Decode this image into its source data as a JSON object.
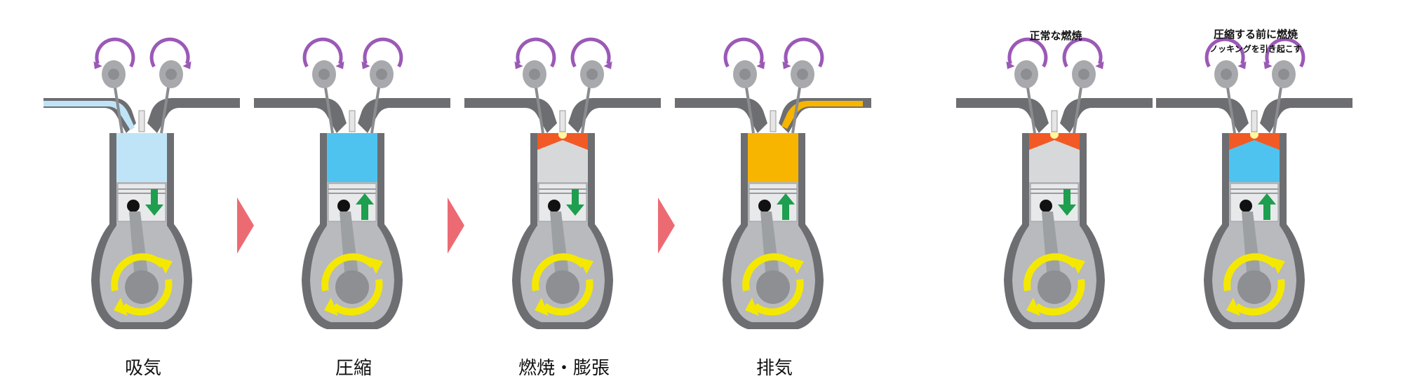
{
  "stages": [
    {
      "label": "吸気",
      "charge": "intake",
      "piston_arrow": "down"
    },
    {
      "label": "圧縮",
      "charge": "compressed",
      "piston_arrow": "up"
    },
    {
      "label": "燃焼・膨張",
      "charge": "combustion",
      "piston_arrow": "down"
    },
    {
      "label": "排気",
      "charge": "exhaust",
      "piston_arrow": "up"
    }
  ],
  "comparison": [
    {
      "title": "正常な燃焼",
      "subtitle": "",
      "charge": "normal-burn",
      "piston_arrow": "down"
    },
    {
      "title": "圧縮する前に燃焼",
      "subtitle": "ノッキングを引き起こす",
      "charge": "knock",
      "piston_arrow": "up"
    }
  ],
  "colors": {
    "block": "#6d6e71",
    "block_inner": "#b8babd",
    "intake_air": "#bfe4f7",
    "compressed": "#4fc3ef",
    "exhaust": "#f7b500",
    "flame": "#f15a24",
    "rotation_arrow": "#f5e800",
    "cam_arrow": "#9b59b6",
    "piston_arrow": "#1e9e4f",
    "step_arrow": "#ec6b73"
  }
}
